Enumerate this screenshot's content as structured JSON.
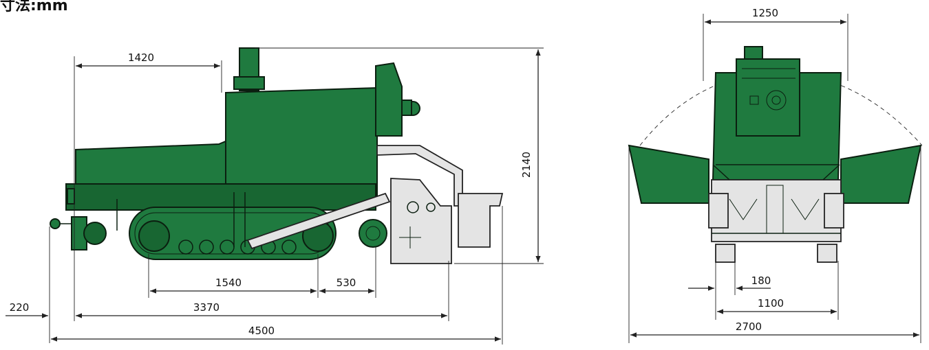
{
  "title": "寸法:mm",
  "side_view": {
    "dimensions": {
      "hopper_length": "1420",
      "overall_height": "2140",
      "track_length": "1540",
      "auger_offset": "530",
      "front_offset": "220",
      "body_length": "3370",
      "overall_length": "4500"
    }
  },
  "front_view": {
    "dimensions": {
      "top_width": "1250",
      "gauge_offset": "180",
      "track_width": "1100",
      "overall_width": "2700"
    }
  },
  "colors": {
    "machine_body": "#1f7a3f",
    "screed": "#e4e4e4",
    "lines": "#222222"
  }
}
